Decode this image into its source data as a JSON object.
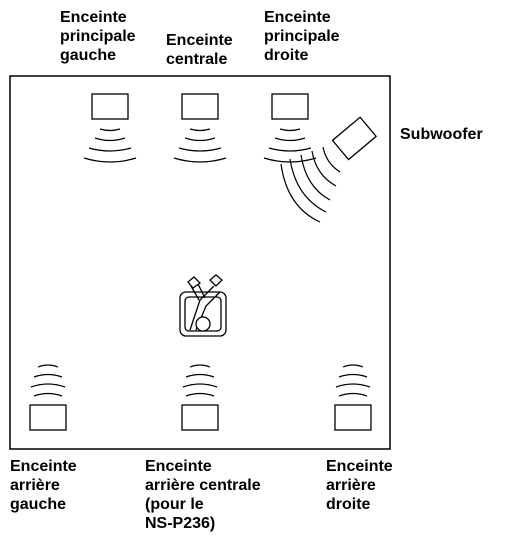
{
  "labels": {
    "front_left": [
      "Enceinte",
      "principale",
      "gauche"
    ],
    "center": [
      "Enceinte",
      "centrale"
    ],
    "front_right": [
      "Enceinte",
      "principale",
      "droite"
    ],
    "subwoofer": [
      "Subwoofer"
    ],
    "rear_left": [
      "Enceinte",
      "arrière",
      "gauche"
    ],
    "rear_center": [
      "Enceinte",
      "arrière centrale",
      "(pour le",
      "NS-P236)"
    ],
    "rear_right": [
      "Enceinte",
      "arrière",
      "droite"
    ]
  },
  "icons": {
    "listener": "listener-in-chair-icon",
    "speaker": "speaker-box-icon",
    "sound_waves": "sound-wave-arcs-icon"
  }
}
